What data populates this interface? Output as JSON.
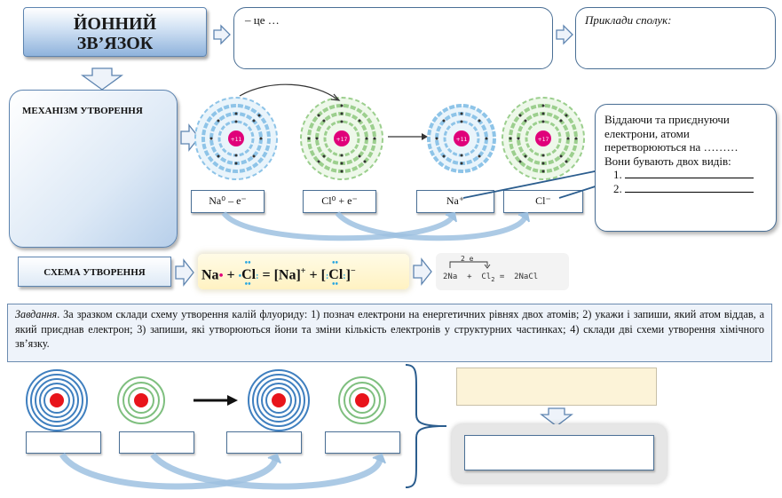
{
  "title": "ЙОННИЙ ЗВ’ЯЗОК",
  "definition_box": "– це …",
  "examples_box": "Приклади сполук:",
  "mechanism_label": "МЕХАНІЗМ УТВОРЕННЯ",
  "atoms": {
    "na_nucleus": "+11",
    "cl_nucleus": "+17"
  },
  "ion_boxes": {
    "na_atom": "Na⁰ – e⁻",
    "cl_atom": "Cl⁰ + e⁻",
    "na_ion": "Na⁺",
    "cl_ion": "Cl⁻"
  },
  "info_box": {
    "line1": "Віддаючи та приєднуючи",
    "line2": "електрони, атоми",
    "line3": "перетворюються на ………",
    "line4": "Вони бувають двох видів:",
    "item1": "1.",
    "item2": "2."
  },
  "scheme_label": "СХЕМА УТВОРЕННЯ",
  "lewis": {
    "na": "Na",
    "plus1": "+",
    "cl": "Cl",
    "equals": "=",
    "na_ion": "[Na]",
    "na_charge": "+",
    "plus2": "+",
    "cl_ion_open": "[",
    "cl_ion": "Cl",
    "cl_ion_close": "]",
    "cl_charge": "−"
  },
  "equation": {
    "transfer": "2 e",
    "left": "2Na  +  Cl",
    "sub": "2",
    "right": "=  2NaCl"
  },
  "task": {
    "label": "Завдання",
    "text": ". За зразком склади схему утворення калій флуориду: 1) познач електрони на енергетичних рівнях двох атомів; 2) укажи і запиши, який атом віддав, а який приєднав електрон; 3) запиши, які утворюються йони та зміни кількість електронів у структурних частинках; 4) склади дві схеми утворення хімічного зв’язку."
  },
  "colors": {
    "border": "#4a6f95",
    "na_shell": "#8ec4e8",
    "cl_shell": "#9ccf8e",
    "nucleus": "#e0007a",
    "red_nucleus": "#e8141b"
  }
}
